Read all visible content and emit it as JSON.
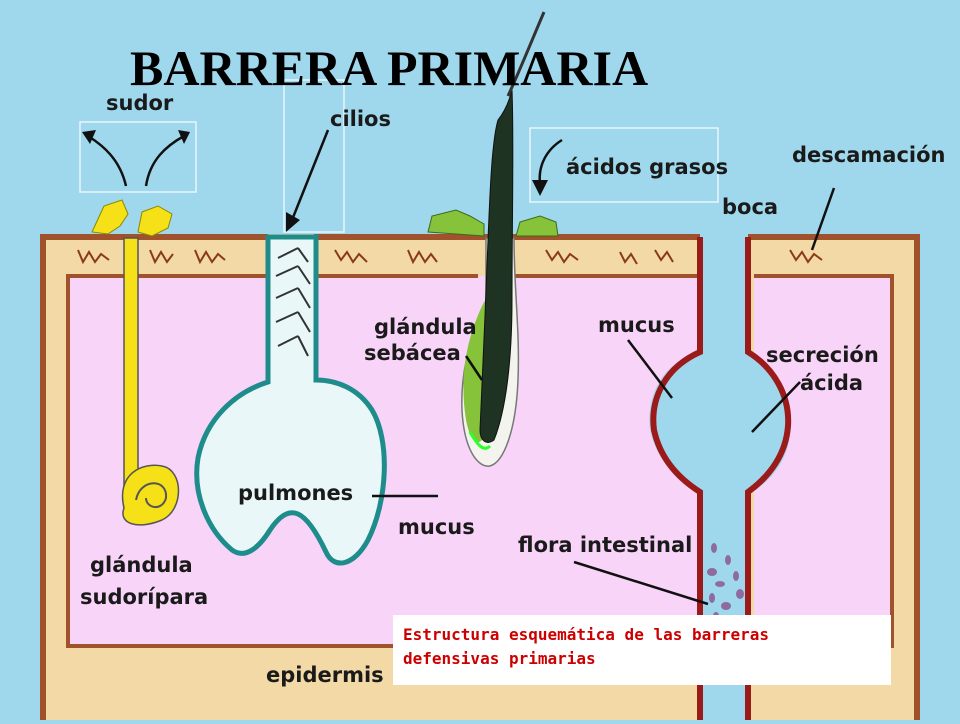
{
  "title": "BARRERA PRIMARIA",
  "labels": {
    "sudor": "sudor",
    "cilios": "cilios",
    "acidos_grasos": "ácidos grasos",
    "descamacion": "descamación",
    "boca": "boca",
    "glandula_sebacea_1": "glándula",
    "glandula_sebacea_2": "sebácea",
    "mucus_top": "mucus",
    "secrecion_1": "secreción",
    "secrecion_2": "ácida",
    "pulmones": "pulmones",
    "mucus_bottom": "mucus",
    "flora": "flora intestinal",
    "glandula_sudoripara_1": "glándula",
    "glandula_sudoripara_2": "sudorípara",
    "epidermis": "epidermis"
  },
  "caption": {
    "line1": "Estructura esquemática de las barreras",
    "line2": "defensivas primarias"
  },
  "colors": {
    "background": "#9fd8ec",
    "epidermis": "#f2d9a6",
    "dermis": "#f9d4f9",
    "border": "#a0522d",
    "sweat_gland": "#f6e017",
    "lung": "#e9f7f8",
    "lung_outline": "#1f8c8c",
    "sebum": "#86c33a",
    "hair": "#1f3322",
    "gut_wall": "#9b1a1a",
    "flora": "#8e6aa0",
    "caption_text": "#cc0000"
  }
}
